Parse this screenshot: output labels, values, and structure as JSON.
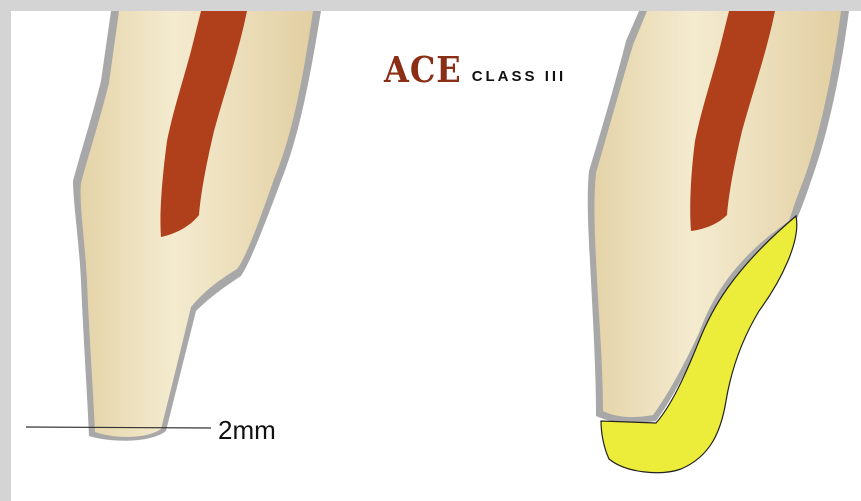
{
  "title": {
    "brand": "ACE",
    "classification": "CLASS III"
  },
  "left_tooth": {
    "measurement_label": "2mm"
  },
  "colors": {
    "page_border": "#d4d4d4",
    "background": "#ffffff",
    "brand_text": "#8a2f16",
    "tooth_enamel": "#efe2bc",
    "tooth_outline_shadow": "#a8a8a8",
    "pulp": "#b0401c",
    "restoration": "#ecec3a"
  },
  "icons": {
    "left": "tooth-with-bone-loss-icon",
    "right": "tooth-with-restoration-icon"
  }
}
